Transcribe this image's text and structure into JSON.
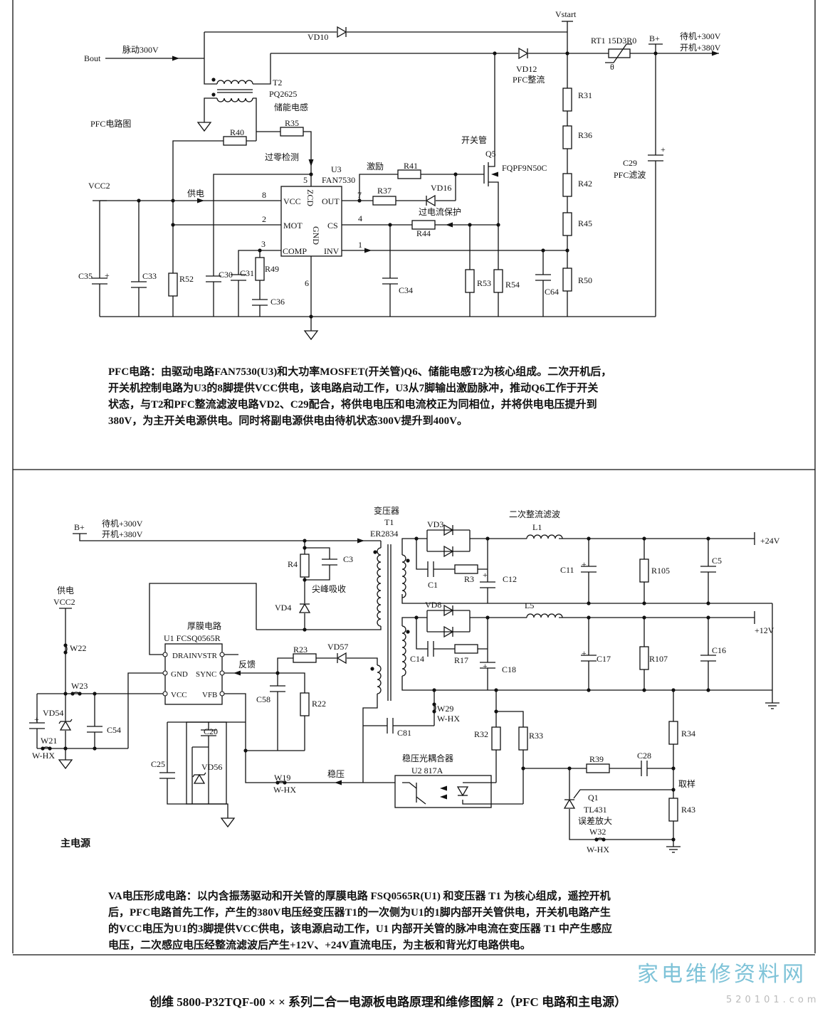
{
  "top": {
    "labels": {
      "Bout": "Bout",
      "pulse": "脉动300V",
      "Vstart": "Vstart",
      "VD10": "VD10",
      "T2": "T2",
      "PQ2625": "PQ2625",
      "T2desc": "储能电感",
      "title": "PFC电路图",
      "VD12": "VD12",
      "VD12desc": "PFC整流",
      "RT1": "RT1 15D3R0",
      "theta": "θ",
      "Bplus": "B+",
      "standby": "待机+300V",
      "poweron": "开机+380V",
      "R31": "R31",
      "R36": "R36",
      "R42": "R42",
      "R45": "R45",
      "R50": "R50",
      "C29": "C29",
      "C29desc": "PFC滤波",
      "R40": "R40",
      "R35": "R35",
      "zcd_detect": "过零检测",
      "U3": "U3",
      "FAN7530": "FAN7530",
      "switch": "开关管",
      "Q5": "Q5",
      "FQPF": "FQPF9N50C",
      "excite": "激励",
      "R41": "R41",
      "R37": "R37",
      "VD16": "VD16",
      "ocp": "过电流保护",
      "R44": "R44",
      "VCC2": "VCC2",
      "supply": "供电",
      "pVCC": "VCC",
      "pMOT": "MOT",
      "pCOMP": "COMP",
      "pZCD": "ZCD",
      "pGND": "GND",
      "pOUT": "OUT",
      "pCS": "CS",
      "pINV": "INV",
      "n8": "8",
      "n2": "2",
      "n3": "3",
      "n5": "5",
      "n6": "6",
      "n7": "7",
      "n4": "4",
      "n1": "1",
      "C35": "C35",
      "C33": "C33",
      "R52": "R52",
      "C30": "C30",
      "C31": "C31",
      "R49": "R49",
      "C36": "C36",
      "C34": "C34",
      "R53": "R53",
      "R54": "R54",
      "C64": "C64",
      "plus1": "+",
      "plus2": "+"
    },
    "description": [
      "PFC电路：由驱动电路FAN7530(U3)和大功率MOSFET(开关管)Q6、储能电感T2为核心组成。二次开机后，",
      "开关机控制电路为U3的8脚提供VCC供电，该电路启动工作，U3从7脚输出激励脉冲，推动Q6工作于开关",
      "状态，与T2和PFC整流滤波电路VD2、C29配合，将供电电压和电流校正为同相位，并将供电电压提升到",
      "380V，为主开关电源供电。同时将副电源供电由待机状态300V提升到400V。"
    ]
  },
  "bottom": {
    "labels": {
      "Bplus": "B+",
      "standby": "待机+300V",
      "poweron": "开机+380V",
      "xfmr": "变压器",
      "T1": "T1",
      "ER2834": "ER2834",
      "VD3": "VD3",
      "rectfilter": "二次整流滤波",
      "L1": "L1",
      "p24": "+24V",
      "C11": "C11",
      "R105": "R105",
      "C5": "C5",
      "C1": "C1",
      "R3": "R3",
      "C12": "C12",
      "VD8": "VD8",
      "L5": "L5",
      "p12": "+12V",
      "C14": "C14",
      "R17": "R17",
      "C18": "C18",
      "C17": "C17",
      "R107": "R107",
      "C16": "C16",
      "R4": "R4",
      "C3": "C3",
      "snubber": "尖峰吸收",
      "VD4": "VD4",
      "thickfilm": "厚膜电路",
      "U1": "U1  FCSQ0565R",
      "pDRAIN": "DRAINVSTR",
      "pGND": "GND",
      "pSYNC": "SYNC",
      "pVCC": "VCC",
      "pVFB": "VFB",
      "R23": "R23",
      "VD57": "VD57",
      "feedback": "反馈",
      "C58": "C58",
      "R22": "R22",
      "W22": "W22",
      "W23": "W23",
      "VD54": "VD54",
      "C54": "C54",
      "W21": "W21",
      "wHX1": "W-HX",
      "supply": "供电",
      "VCC2": "VCC2",
      "C25": "C25",
      "C20": "C20",
      "VD56": "VD56",
      "W19": "W19",
      "wHX2": "W-HX",
      "regulate": "稳压",
      "opto": "稳压光耦合器",
      "U2": "U2  817A",
      "C81": "C81",
      "W29": "W29",
      "wHX3": "W-HX",
      "R32": "R32",
      "R33": "R33",
      "R34": "R34",
      "R39": "R39",
      "C28": "C28",
      "sample": "取样",
      "Q1": "Q1",
      "TL431": "TL431",
      "erramp": "误差放大",
      "W32": "W32",
      "wHX4": "W-HX",
      "R43": "R43",
      "mainpsu": "主电源",
      "plus1": "+",
      "plus2": "+",
      "plus3": "+",
      "plus4": "+",
      "plus5": "+"
    },
    "description": [
      "VA电压形成电路：以内含振荡驱动和开关管的厚膜电路 FSQ0565R(U1) 和变压器 T1 为核心组成，遥控开机",
      "后，PFC电路首先工作，产生的380V电压经变压器T1的一次侧为U1的1脚内部开关管供电，开关机电路产生",
      "的VCC电压为U1的3脚提供VCC供电，该电源启动工作，U1 内部开关管的脉冲电流在变压器 T1 中产生感应",
      "电压，二次感应电压经整流滤波后产生+12V、+24V直流电压，为主板和背光灯电路供电。"
    ]
  },
  "caption": "创维 5800-P32TQF-00 × × 系列二合一电源板电路原理和维修图解 2（PFC 电路和主电源）",
  "logo": {
    "text": "家电维修资料网",
    "url": "520101.com"
  }
}
